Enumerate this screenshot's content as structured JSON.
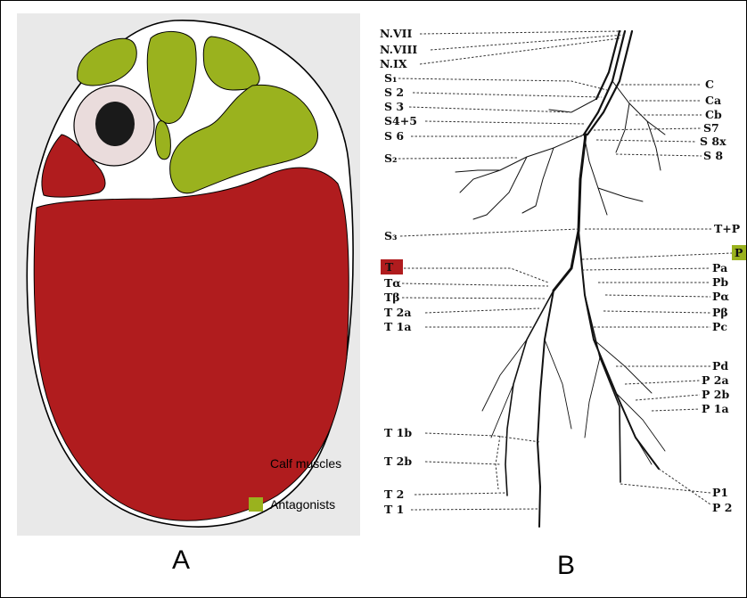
{
  "panel_a": {
    "letter": "A",
    "legend": [
      {
        "label": "Calf muscles",
        "color": "#b01c1e"
      },
      {
        "label": "Antagonists",
        "color": "#9ab21e"
      }
    ]
  },
  "panel_b": {
    "letter": "B",
    "left_labels": [
      "N.VII",
      "N.VIII",
      "N.IX",
      "S₁",
      "S 2",
      "S 3",
      "S4+5",
      "S 6",
      "S₂",
      "S₃",
      "T",
      "Tα",
      "Tβ",
      "T 2a",
      "T 1a",
      "T 1b",
      "T 2b",
      "T 2",
      "T 1"
    ],
    "right_labels": [
      "C",
      "Ca",
      "Cb",
      "S7",
      "S 8x",
      "S 8",
      "T+P",
      "P",
      "Pa",
      "Pb",
      "Pα",
      "Pβ",
      "Pc",
      "Pd",
      "P 2a",
      "P 2b",
      "P 1a",
      "P1",
      "P 2"
    ],
    "highlight_colors": {
      "T": "#b01c1e",
      "P": "#9ab21e"
    }
  }
}
